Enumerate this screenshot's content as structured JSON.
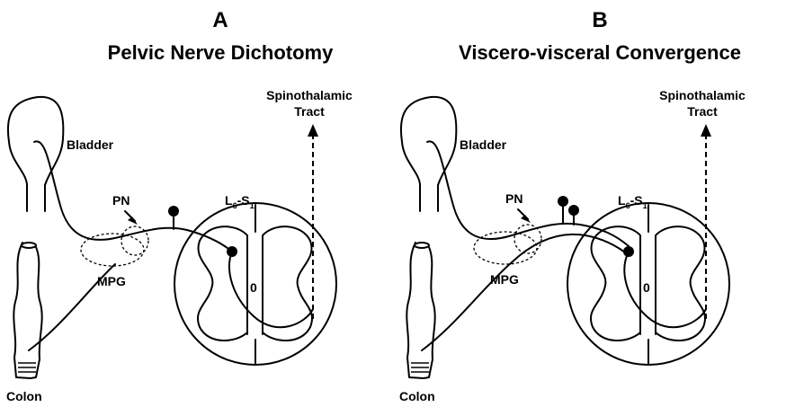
{
  "panels": [
    {
      "letter": "A",
      "title": "Pelvic Nerve Dichotomy",
      "labels": {
        "bladder": "Bladder",
        "colon": "Colon",
        "pn": "PN",
        "mpg": "MPG",
        "segment_main": "L",
        "segment_sub1": "6",
        "segment_dash": "-S",
        "segment_sub2": "1",
        "tract_line1": "Spinothalamic",
        "tract_line2": "Tract",
        "canal": "0"
      }
    },
    {
      "letter": "B",
      "title": "Viscero-visceral Convergence",
      "labels": {
        "bladder": "Bladder",
        "colon": "Colon",
        "pn": "PN",
        "mpg": "MPG",
        "segment_main": "L",
        "segment_sub1": "6",
        "segment_dash": "-S",
        "segment_sub2": "1",
        "tract_line1": "Spinothalamic",
        "tract_line2": "Tract",
        "canal": "0"
      }
    }
  ]
}
